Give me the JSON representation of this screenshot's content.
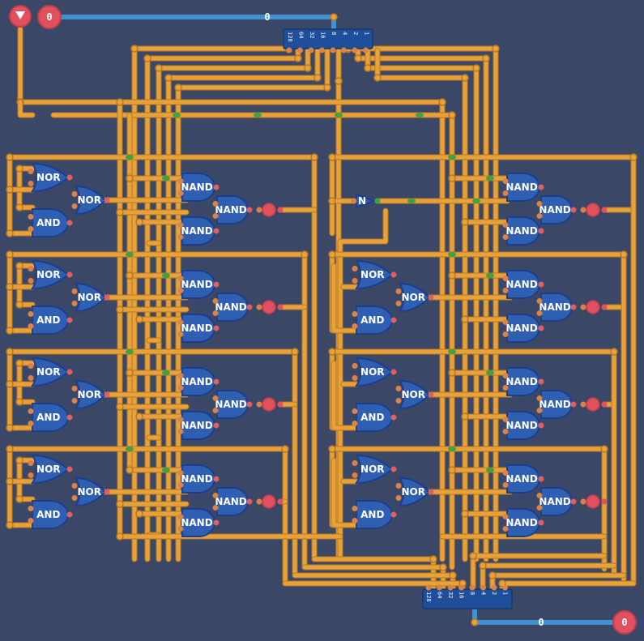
{
  "colors": {
    "background": "#3b4766",
    "wire": "#e8a23a",
    "wire_dark": "#b97824",
    "bus_wire": "#3f93d2",
    "gate_fill": "#2f5fb3",
    "gate_border": "#1b3f8a",
    "io_pin": "#e0505f",
    "junction_green": "#3aa343",
    "pin_orange": "#d9824a"
  },
  "input_pin": {
    "arrow_icon": "down-triangle",
    "value": "0",
    "bus_value": "0"
  },
  "output_pin": {
    "value": "0",
    "bus_value": "0"
  },
  "splitter": {
    "bits": [
      "128",
      "64",
      "32",
      "16",
      "8",
      "4",
      "2",
      "1"
    ]
  },
  "combiner": {
    "bits": [
      "128",
      "64",
      "32",
      "16",
      "8",
      "4",
      "2",
      "1"
    ]
  },
  "gates": {
    "nor": "NOR",
    "and": "AND",
    "nand": "NAND",
    "not": "N"
  }
}
